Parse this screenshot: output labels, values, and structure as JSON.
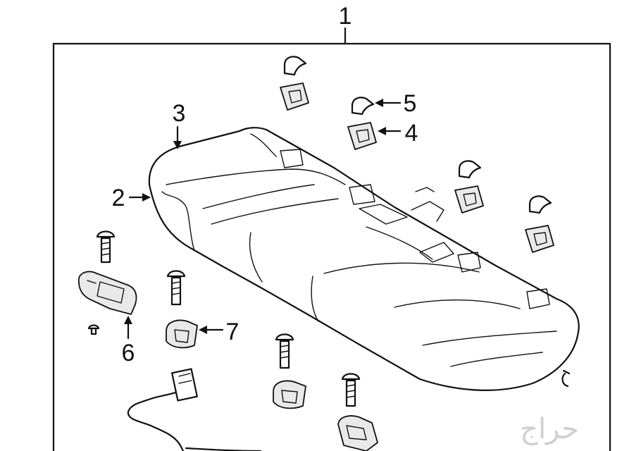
{
  "callouts": {
    "c1": "1",
    "c2": "2",
    "c3": "3",
    "c4": "4",
    "c5": "5",
    "c6": "6",
    "c7": "7"
  },
  "watermark": "حراج",
  "colors": {
    "line": "#111111",
    "background": "#ffffff",
    "watermark": "#cfcfcf"
  }
}
